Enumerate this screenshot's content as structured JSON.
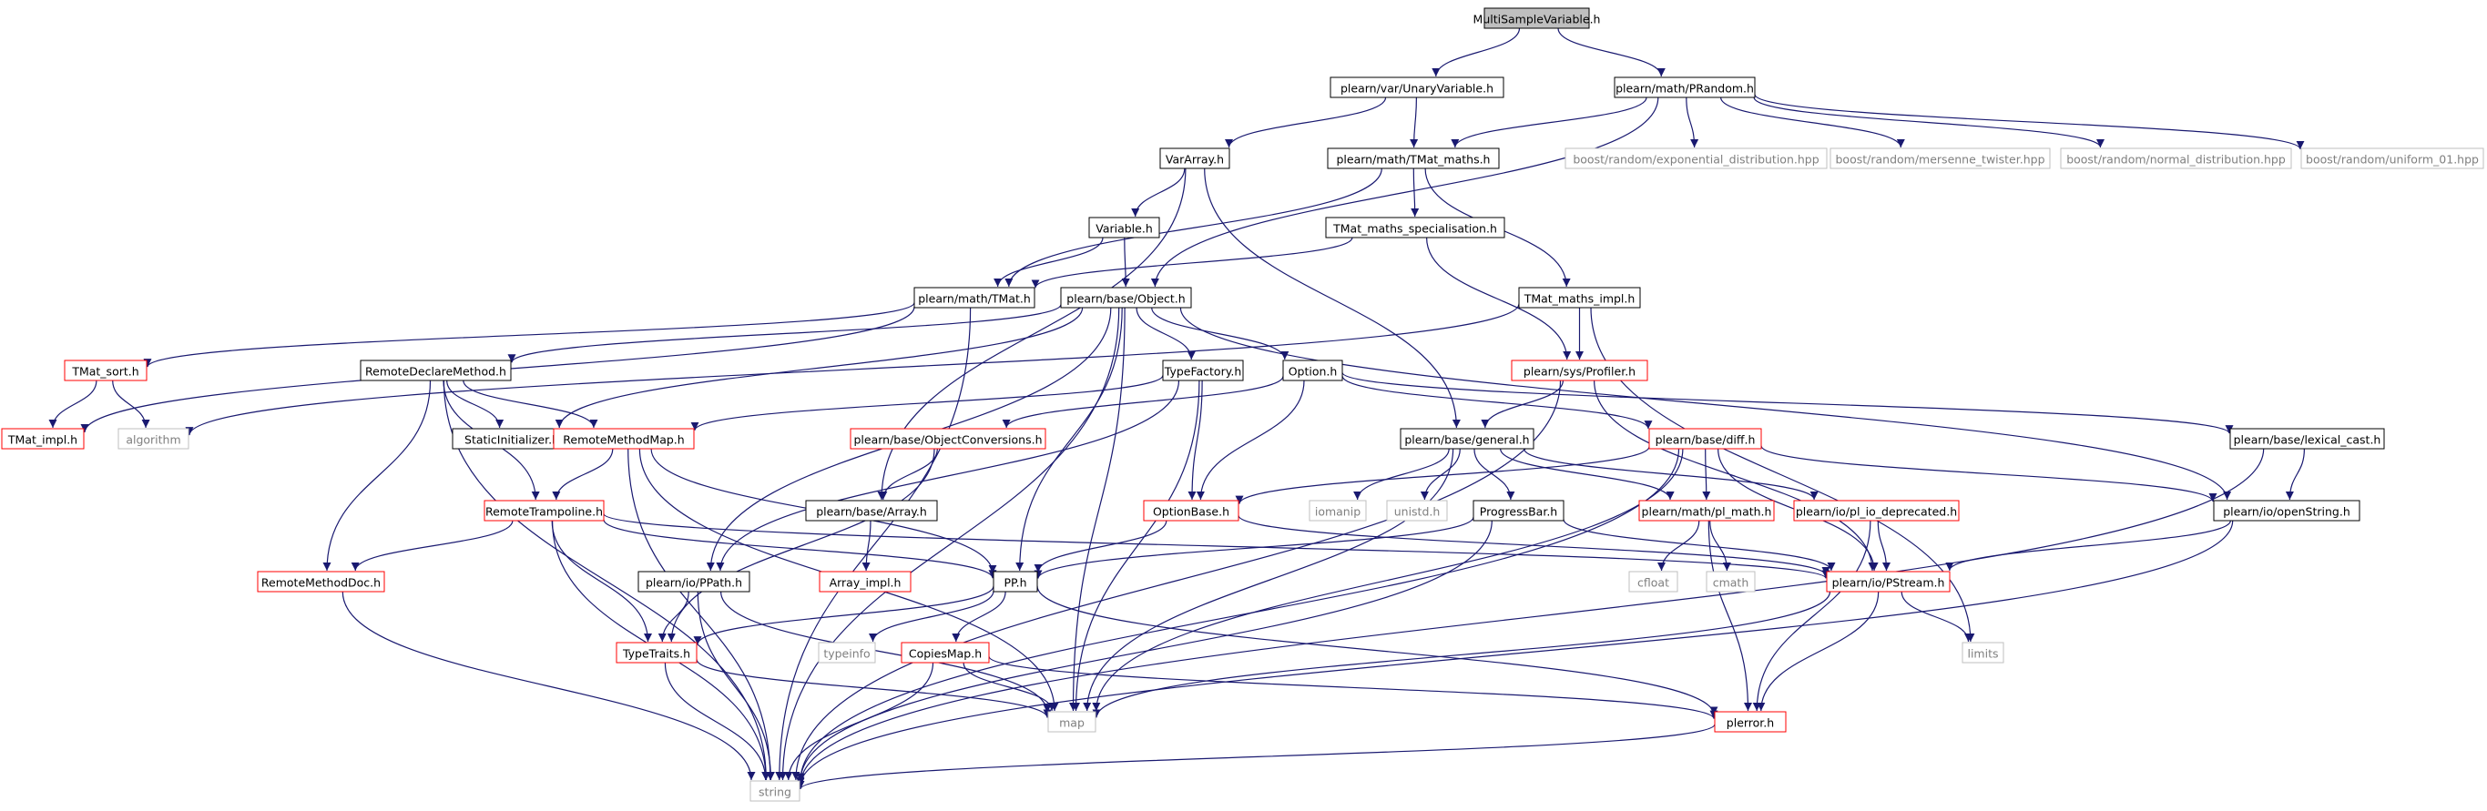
{
  "diagram": {
    "colors": {
      "edge": "#191970",
      "root_fill": "#bfbfbf",
      "normal_border": "#000000",
      "red_border": "#ff0000",
      "gray_border": "#bfbfbf",
      "text_normal": "#000000",
      "text_gray": "#7f7f7f",
      "text_red": "#ff0000"
    },
    "nodes": [
      {
        "id": "n_msv",
        "label": "MultiSampleVariable.h",
        "style": "root"
      },
      {
        "id": "n_unary",
        "label": "plearn/var/UnaryVariable.h",
        "style": "normal"
      },
      {
        "id": "n_prandom",
        "label": "plearn/math/PRandom.h",
        "style": "normal"
      },
      {
        "id": "n_vararray",
        "label": "VarArray.h",
        "style": "normal"
      },
      {
        "id": "n_tmatmaths",
        "label": "plearn/math/TMat_maths.h",
        "style": "normal"
      },
      {
        "id": "n_bexp",
        "label": "boost/random/exponential_distribution.hpp",
        "style": "gray"
      },
      {
        "id": "n_bmt",
        "label": "boost/random/mersenne_twister.hpp",
        "style": "gray"
      },
      {
        "id": "n_bnorm",
        "label": "boost/random/normal_distribution.hpp",
        "style": "gray"
      },
      {
        "id": "n_buni",
        "label": "boost/random/uniform_01.hpp",
        "style": "gray"
      },
      {
        "id": "n_variable",
        "label": "Variable.h",
        "style": "normal"
      },
      {
        "id": "n_tmspec",
        "label": "TMat_maths_specialisation.h",
        "style": "normal"
      },
      {
        "id": "n_tmat",
        "label": "plearn/math/TMat.h",
        "style": "normal"
      },
      {
        "id": "n_object",
        "label": "plearn/base/Object.h",
        "style": "normal"
      },
      {
        "id": "n_tmimpl",
        "label": "TMat_maths_impl.h",
        "style": "normal"
      },
      {
        "id": "n_tsort",
        "label": "TMat_sort.h",
        "style": "red"
      },
      {
        "id": "n_rdm",
        "label": "RemoteDeclareMethod.h",
        "style": "normal"
      },
      {
        "id": "n_typefactory",
        "label": "TypeFactory.h",
        "style": "normal"
      },
      {
        "id": "n_option",
        "label": "Option.h",
        "style": "normal"
      },
      {
        "id": "n_profiler",
        "label": "plearn/sys/Profiler.h",
        "style": "red"
      },
      {
        "id": "n_tmatimpl",
        "label": "TMat_impl.h",
        "style": "red"
      },
      {
        "id": "n_algorithm",
        "label": "algorithm",
        "style": "gray"
      },
      {
        "id": "n_staticinit",
        "label": "StaticInitializer.h",
        "style": "normal"
      },
      {
        "id": "n_rmm",
        "label": "RemoteMethodMap.h",
        "style": "red"
      },
      {
        "id": "n_objconv",
        "label": "plearn/base/ObjectConversions.h",
        "style": "red"
      },
      {
        "id": "n_general",
        "label": "plearn/base/general.h",
        "style": "normal"
      },
      {
        "id": "n_diff",
        "label": "plearn/base/diff.h",
        "style": "red"
      },
      {
        "id": "n_lexcast",
        "label": "plearn/base/lexical_cast.h",
        "style": "normal"
      },
      {
        "id": "n_rtramp",
        "label": "RemoteTrampoline.h",
        "style": "red"
      },
      {
        "id": "n_array",
        "label": "plearn/base/Array.h",
        "style": "normal"
      },
      {
        "id": "n_optionbase",
        "label": "OptionBase.h",
        "style": "red"
      },
      {
        "id": "n_iomanip",
        "label": "iomanip",
        "style": "gray"
      },
      {
        "id": "n_unistd",
        "label": "unistd.h",
        "style": "gray"
      },
      {
        "id": "n_progress",
        "label": "ProgressBar.h",
        "style": "normal"
      },
      {
        "id": "n_plmath",
        "label": "plearn/math/pl_math.h",
        "style": "red"
      },
      {
        "id": "n_pliodep",
        "label": "plearn/io/pl_io_deprecated.h",
        "style": "red"
      },
      {
        "id": "n_openstring",
        "label": "plearn/io/openString.h",
        "style": "normal"
      },
      {
        "id": "n_rmdoc",
        "label": "RemoteMethodDoc.h",
        "style": "red"
      },
      {
        "id": "n_arrayimpl",
        "label": "Array_impl.h",
        "style": "red"
      },
      {
        "id": "n_ppath",
        "label": "plearn/io/PPath.h",
        "style": "normal"
      },
      {
        "id": "n_pp",
        "label": "PP.h",
        "style": "normal"
      },
      {
        "id": "n_pstream",
        "label": "plearn/io/PStream.h",
        "style": "red"
      },
      {
        "id": "n_cfloat",
        "label": "cfloat",
        "style": "gray"
      },
      {
        "id": "n_cmath",
        "label": "cmath",
        "style": "gray"
      },
      {
        "id": "n_typetraits",
        "label": "TypeTraits.h",
        "style": "red"
      },
      {
        "id": "n_typeinfo",
        "label": "typeinfo",
        "style": "gray"
      },
      {
        "id": "n_copiesmap",
        "label": "CopiesMap.h",
        "style": "red"
      },
      {
        "id": "n_limits",
        "label": "limits",
        "style": "gray"
      },
      {
        "id": "n_map",
        "label": "map",
        "style": "gray"
      },
      {
        "id": "n_plerror",
        "label": "plerror.h",
        "style": "red"
      },
      {
        "id": "n_string",
        "label": "string",
        "style": "gray"
      }
    ],
    "edges": [
      [
        "n_msv",
        "n_unary"
      ],
      [
        "n_msv",
        "n_prandom"
      ],
      [
        "n_unary",
        "n_vararray"
      ],
      [
        "n_unary",
        "n_tmatmaths"
      ],
      [
        "n_prandom",
        "n_tmatmaths"
      ],
      [
        "n_prandom",
        "n_object"
      ],
      [
        "n_prandom",
        "n_bexp"
      ],
      [
        "n_prandom",
        "n_bmt"
      ],
      [
        "n_prandom",
        "n_bnorm"
      ],
      [
        "n_prandom",
        "n_buni"
      ],
      [
        "n_vararray",
        "n_variable"
      ],
      [
        "n_vararray",
        "n_array"
      ],
      [
        "n_vararray",
        "n_general"
      ],
      [
        "n_tmatmaths",
        "n_tmat"
      ],
      [
        "n_tmatmaths",
        "n_tmspec"
      ],
      [
        "n_tmatmaths",
        "n_tmimpl"
      ],
      [
        "n_variable",
        "n_tmat"
      ],
      [
        "n_variable",
        "n_object"
      ],
      [
        "n_tmspec",
        "n_tmat"
      ],
      [
        "n_tmspec",
        "n_profiler"
      ],
      [
        "n_tmimpl",
        "n_profiler"
      ],
      [
        "n_tmimpl",
        "n_algorithm"
      ],
      [
        "n_tmimpl",
        "n_limits"
      ],
      [
        "n_tmat",
        "n_tsort"
      ],
      [
        "n_tmat",
        "n_tmatimpl"
      ],
      [
        "n_tmat",
        "n_string"
      ],
      [
        "n_tsort",
        "n_tmatimpl"
      ],
      [
        "n_tsort",
        "n_algorithm"
      ],
      [
        "n_object",
        "n_rdm"
      ],
      [
        "n_object",
        "n_typefactory"
      ],
      [
        "n_object",
        "n_option"
      ],
      [
        "n_object",
        "n_staticinit"
      ],
      [
        "n_object",
        "n_ppath"
      ],
      [
        "n_object",
        "n_pp"
      ],
      [
        "n_object",
        "n_map"
      ],
      [
        "n_object",
        "n_string"
      ],
      [
        "n_object",
        "n_openstring"
      ],
      [
        "n_rdm",
        "n_staticinit"
      ],
      [
        "n_rdm",
        "n_rmm"
      ],
      [
        "n_rdm",
        "n_rtramp"
      ],
      [
        "n_rdm",
        "n_rmdoc"
      ],
      [
        "n_rdm",
        "n_string"
      ],
      [
        "n_typefactory",
        "n_rmm"
      ],
      [
        "n_typefactory",
        "n_optionbase"
      ],
      [
        "n_typefactory",
        "n_map"
      ],
      [
        "n_typefactory",
        "n_ppath"
      ],
      [
        "n_option",
        "n_objconv"
      ],
      [
        "n_option",
        "n_optionbase"
      ],
      [
        "n_option",
        "n_diff"
      ],
      [
        "n_option",
        "n_lexcast"
      ],
      [
        "n_profiler",
        "n_general"
      ],
      [
        "n_profiler",
        "n_pstream"
      ],
      [
        "n_profiler",
        "n_string"
      ],
      [
        "n_rmm",
        "n_rtramp"
      ],
      [
        "n_rmm",
        "n_pp"
      ],
      [
        "n_rmm",
        "n_map"
      ],
      [
        "n_rmm",
        "n_string"
      ],
      [
        "n_objconv",
        "n_array"
      ],
      [
        "n_objconv",
        "n_typetraits"
      ],
      [
        "n_general",
        "n_iomanip"
      ],
      [
        "n_general",
        "n_unistd"
      ],
      [
        "n_general",
        "n_progress"
      ],
      [
        "n_general",
        "n_plmath"
      ],
      [
        "n_general",
        "n_pliodep"
      ],
      [
        "n_general",
        "n_map"
      ],
      [
        "n_diff",
        "n_optionbase"
      ],
      [
        "n_diff",
        "n_plmath"
      ],
      [
        "n_diff",
        "n_pstream"
      ],
      [
        "n_diff",
        "n_openstring"
      ],
      [
        "n_diff",
        "n_string"
      ],
      [
        "n_diff",
        "n_map"
      ],
      [
        "n_lexcast",
        "n_openstring"
      ],
      [
        "n_lexcast",
        "n_string"
      ],
      [
        "n_rtramp",
        "n_rmdoc"
      ],
      [
        "n_rtramp",
        "n_pp"
      ],
      [
        "n_rtramp",
        "n_typetraits"
      ],
      [
        "n_rtramp",
        "n_pstream"
      ],
      [
        "n_rtramp",
        "n_string"
      ],
      [
        "n_array",
        "n_arrayimpl"
      ],
      [
        "n_optionbase",
        "n_pp"
      ],
      [
        "n_optionbase",
        "n_pstream"
      ],
      [
        "n_progress",
        "n_pp"
      ],
      [
        "n_progress",
        "n_pstream"
      ],
      [
        "n_progress",
        "n_string"
      ],
      [
        "n_plmath",
        "n_cfloat"
      ],
      [
        "n_plmath",
        "n_cmath"
      ],
      [
        "n_plmath",
        "n_plerror"
      ],
      [
        "n_pliodep",
        "n_pstream"
      ],
      [
        "n_pliodep",
        "n_plerror"
      ],
      [
        "n_openstring",
        "n_pstream"
      ],
      [
        "n_openstring",
        "n_string"
      ],
      [
        "n_rmdoc",
        "n_string"
      ],
      [
        "n_ppath",
        "n_typetraits"
      ],
      [
        "n_ppath",
        "n_map"
      ],
      [
        "n_ppath",
        "n_string"
      ],
      [
        "n_pp",
        "n_typetraits"
      ],
      [
        "n_pp",
        "n_typeinfo"
      ],
      [
        "n_pp",
        "n_copiesmap"
      ],
      [
        "n_pp",
        "n_plerror"
      ],
      [
        "n_pstream",
        "n_limits"
      ],
      [
        "n_pstream",
        "n_map"
      ],
      [
        "n_pstream",
        "n_plerror"
      ],
      [
        "n_typetraits",
        "n_map"
      ],
      [
        "n_typetraits",
        "n_string"
      ],
      [
        "n_copiesmap",
        "n_map"
      ],
      [
        "n_copiesmap",
        "n_plerror"
      ],
      [
        "n_copiesmap",
        "n_string"
      ],
      [
        "n_plerror",
        "n_string"
      ]
    ]
  }
}
